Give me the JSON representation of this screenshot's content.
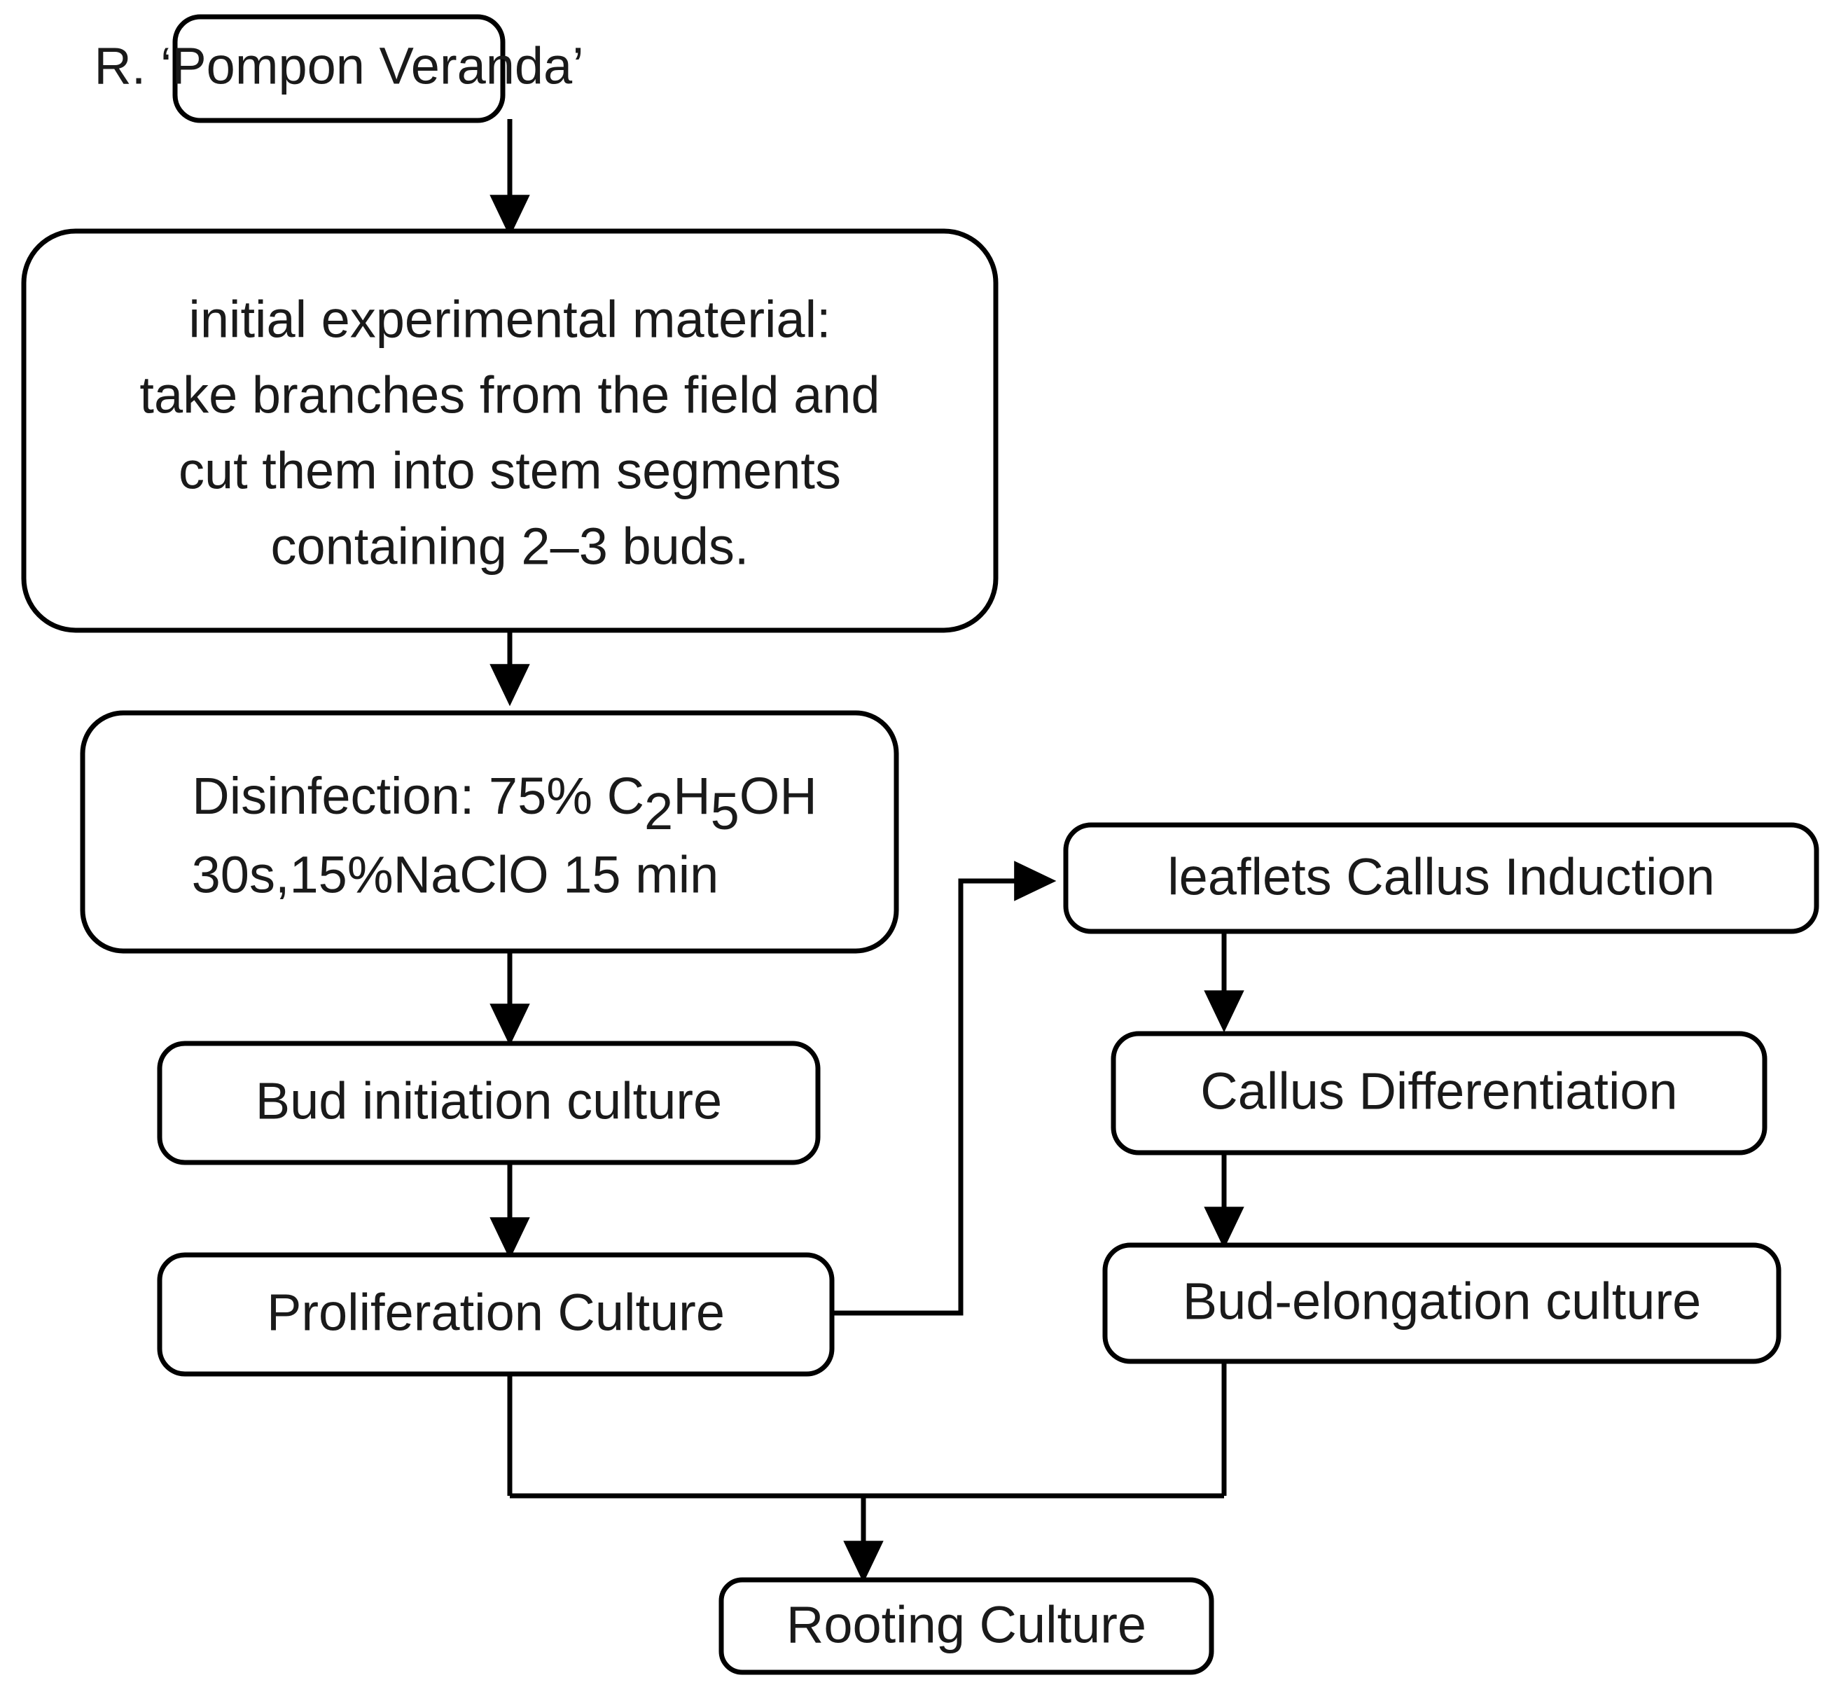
{
  "diagram": {
    "title": "Tissue culture propagation flowchart",
    "background_color": "#ffffff",
    "line_color": "#000000",
    "text_color": "#1a1a1a",
    "nodes": {
      "plant_material": {
        "label": "R. ‘Pompon Veranda’"
      },
      "initial_material": {
        "line1": "initial experimental material:",
        "line2": "take branches from the field and",
        "line3": "cut them into stem segments",
        "line4": "containing 2–3 buds."
      },
      "disinfection": {
        "line1_a": "Disinfection: 75% C",
        "line1_sub1": "2",
        "line1_b": "H",
        "line1_sub2": "5",
        "line1_c": "OH",
        "line2": "30s,15%NaClO 15 min"
      },
      "bud_initiation": {
        "label": "Bud initiation culture"
      },
      "proliferation": {
        "label": "Proliferation Culture"
      },
      "callus_induction": {
        "label": "leaflets Callus Induction"
      },
      "callus_differentiation": {
        "label": "Callus Differentiation"
      },
      "bud_elongation": {
        "label": "Bud-elongation culture"
      },
      "rooting": {
        "label": "Rooting Culture"
      }
    },
    "edges": [
      {
        "from": "plant_material",
        "to": "initial_material",
        "kind": "arrow-down"
      },
      {
        "from": "initial_material",
        "to": "disinfection",
        "kind": "arrow-down"
      },
      {
        "from": "disinfection",
        "to": "bud_initiation",
        "kind": "arrow-down"
      },
      {
        "from": "bud_initiation",
        "to": "proliferation",
        "kind": "arrow-down"
      },
      {
        "from": "proliferation",
        "to": "callus_induction",
        "kind": "elbow-right-up-arrow"
      },
      {
        "from": "callus_induction",
        "to": "callus_differentiation",
        "kind": "arrow-down"
      },
      {
        "from": "callus_differentiation",
        "to": "bud_elongation",
        "kind": "arrow-down"
      },
      {
        "from": "proliferation",
        "to": "rooting",
        "kind": "merge-down"
      },
      {
        "from": "bud_elongation",
        "to": "rooting",
        "kind": "merge-down"
      }
    ]
  }
}
